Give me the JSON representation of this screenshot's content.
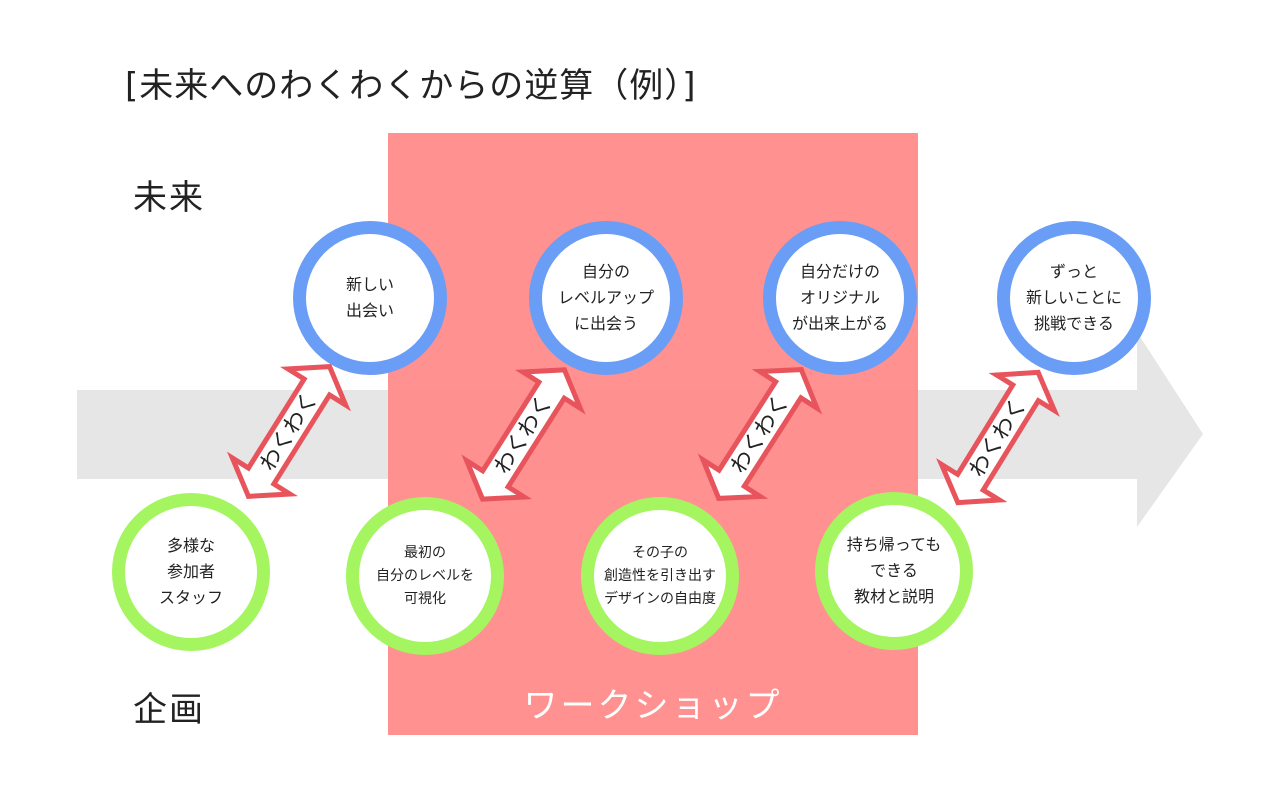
{
  "title": "[未来へのわくわくからの逆算（例）]",
  "labels": {
    "future": "未来",
    "plan": "企画",
    "workshop": "ワークショップ",
    "connector": "わくわく"
  },
  "future_items": [
    {
      "lines": [
        "新しい",
        "出会い"
      ]
    },
    {
      "lines": [
        "自分の",
        "レベルアップ",
        "に出会う"
      ]
    },
    {
      "lines": [
        "自分だけの",
        "オリジナル",
        "が出来上がる"
      ]
    },
    {
      "lines": [
        "ずっと",
        "新しいことに",
        "挑戦できる"
      ]
    }
  ],
  "plan_items": [
    {
      "lines": [
        "多様な",
        "参加者",
        "スタッフ"
      ]
    },
    {
      "lines": [
        "最初の",
        "自分のレベルを",
        "可視化"
      ]
    },
    {
      "lines": [
        "その子の",
        "創造性を引き出す",
        "デザインの自由度"
      ]
    },
    {
      "lines": [
        "持ち帰っても",
        "できる",
        "教材と説明"
      ]
    }
  ],
  "colors": {
    "future_circle": "#6a9df5",
    "plan_circle": "#a4f55f",
    "workshop_band": "#ff8a8a",
    "timeline_arrow": "#e6e6e6",
    "connector_outline": "#e8545c"
  }
}
